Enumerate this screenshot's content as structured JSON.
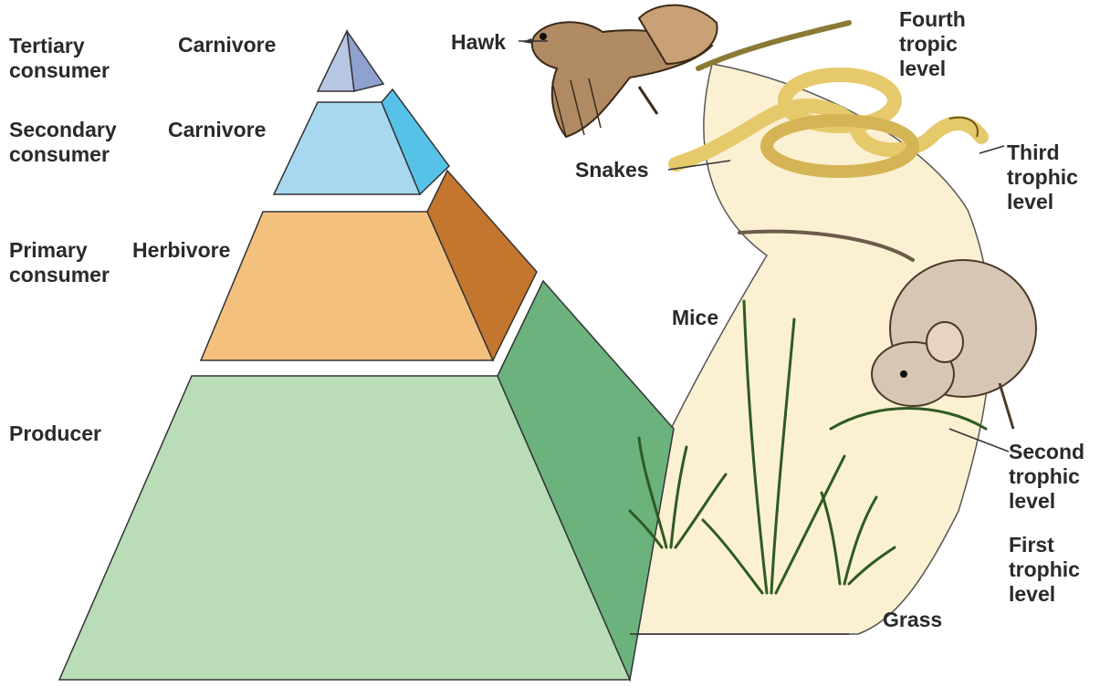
{
  "pyramid": {
    "tiers": [
      {
        "role": "Tertiary consumer",
        "role_lines": [
          "Tertiary",
          "consumer"
        ],
        "type": "Carnivore",
        "color": "#b7c6e2"
      },
      {
        "role": "Secondary consumer",
        "role_lines": [
          "Secondary",
          "consumer"
        ],
        "type": "Carnivore",
        "color": "#a7d8f0"
      },
      {
        "role": "Primary consumer",
        "role_lines": [
          "Primary",
          "consumer"
        ],
        "type": "Herbivore",
        "color": "#f4c07e"
      },
      {
        "role": "Producer",
        "role_lines": [
          "Producer"
        ],
        "type": "",
        "color": "#b9ddb7"
      }
    ]
  },
  "food_chain": {
    "organisms": [
      {
        "name": "Hawk",
        "icon": "hawk-icon"
      },
      {
        "name": "Snakes",
        "icon": "snake-icon"
      },
      {
        "name": "Mice",
        "icon": "mouse-icon"
      },
      {
        "name": "Grass",
        "icon": "grass-icon"
      }
    ],
    "levels": [
      {
        "lines": [
          "Fourth",
          "tropic",
          "level"
        ]
      },
      {
        "lines": [
          "Third",
          "trophic",
          "level"
        ]
      },
      {
        "lines": [
          "Second",
          "trophic",
          "level"
        ]
      },
      {
        "lines": [
          "First",
          "trophic",
          "level"
        ]
      }
    ]
  },
  "colors": {
    "band": "#fbf0d2",
    "tertiary": "#b7c6e2",
    "secondary": "#a7d8f0",
    "primary": "#f4c07e",
    "producer": "#b9ddb7"
  }
}
